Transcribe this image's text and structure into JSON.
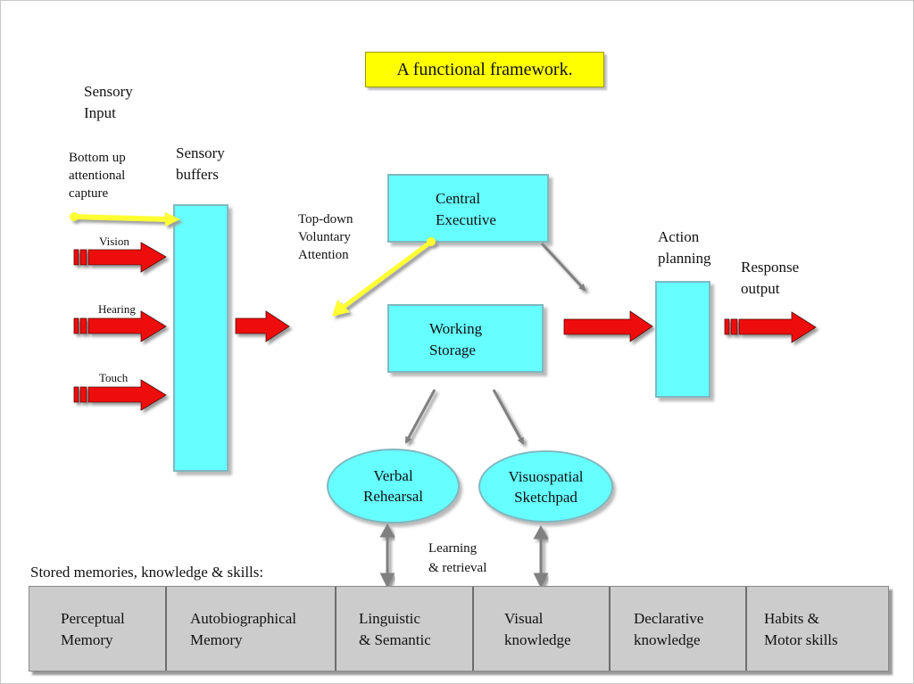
{
  "title": "A functional framework.",
  "labels": {
    "sensory_input": "Sensory\nInput",
    "bottom_up": "Bottom up\nattentional\ncapture",
    "sensory_buffers": "Sensory\nbuffers",
    "vision": "Vision",
    "hearing": "Hearing",
    "touch": "Touch",
    "top_down": "Top-down\nVoluntary\nAttention",
    "action_planning": "Action\nplanning",
    "response_output": "Response\noutput",
    "learning_retrieval": "Learning\n& retrieval",
    "stored_memories": "Stored memories, knowledge & skills:"
  },
  "boxes": {
    "central_executive": "Central\nExecutive",
    "working_storage": "Working\nStorage"
  },
  "ellipses": {
    "verbal_rehearsal": "Verbal\nRehearsal",
    "visuospatial_sketchpad": "Visuospatial\nSketchpad"
  },
  "memory_stores": [
    {
      "label": "Perceptual\nMemory"
    },
    {
      "label": "Autobiographical\nMemory"
    },
    {
      "label": "Linguistic\n& Semantic"
    },
    {
      "label": "Visual\nknowledge"
    },
    {
      "label": "Declarative\nknowledge"
    },
    {
      "label": "Habits &\nMotor skills"
    }
  ],
  "colors": {
    "box_fill": "#66ffff",
    "arrow_red": "#ee1111",
    "arrow_yellow": "#ffff33",
    "arrow_gray": "#808080",
    "title_fill": "#ffff00",
    "memory_fill": "#cccccc"
  }
}
